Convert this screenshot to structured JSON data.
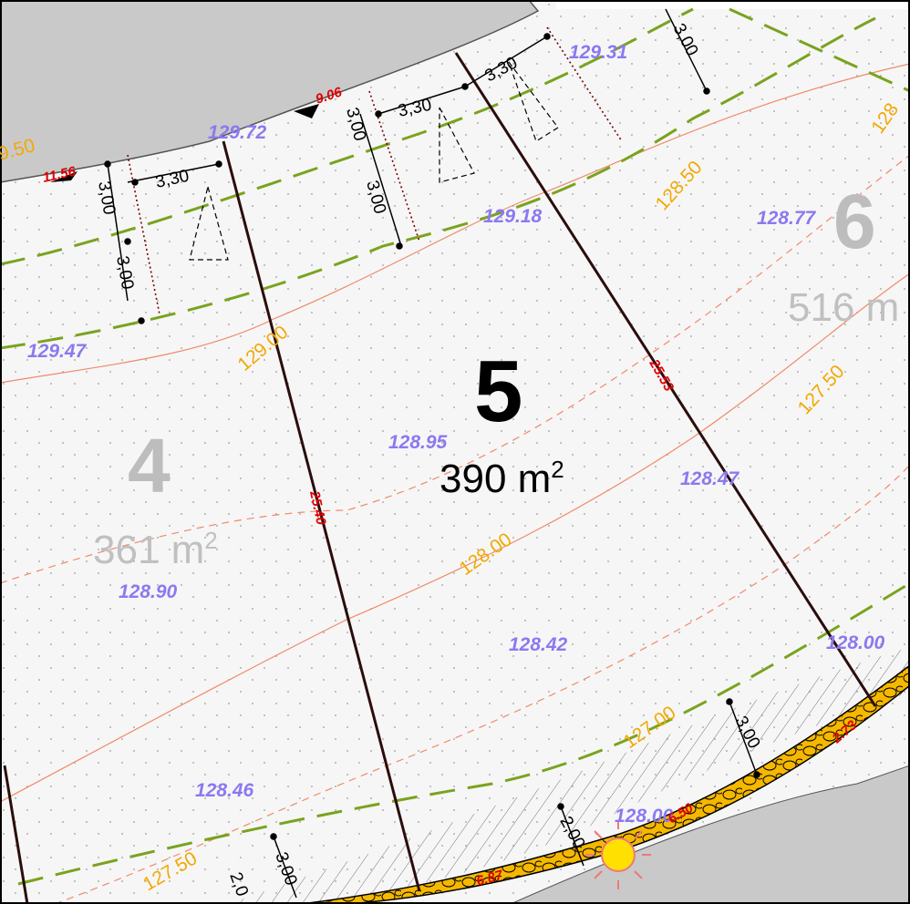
{
  "plan": {
    "lots": [
      {
        "id": "4",
        "area_value": "361 m",
        "area_sup": "2"
      },
      {
        "id": "5",
        "area_value": "390 m",
        "area_sup": "2"
      },
      {
        "id": "6",
        "area_value": "516 m",
        "area_sup": ""
      }
    ],
    "elevations": [
      "129.72",
      "129.31",
      "129.18",
      "128.77",
      "129.47",
      "128.95",
      "128.47",
      "128.90",
      "128.42",
      "128.00",
      "128.46",
      "128.00"
    ],
    "contours": [
      "9.50",
      "128.50",
      "129.00",
      "127.50",
      "128.00",
      "127.00",
      "127.50",
      "128"
    ],
    "dimensions": [
      "3,30",
      "3,30",
      "3,30",
      "3,00",
      "3,00",
      "3,00",
      "3,00",
      "3,00",
      "3,00",
      "3,00",
      "2,00",
      "2,0"
    ],
    "red_labels": [
      "11.56",
      "9.06",
      "25.40",
      "25.53",
      "2.73",
      "6.50",
      "6.87"
    ],
    "colors": {
      "road": "#c8c8c8",
      "lot_fill": "#f4f4f4",
      "lot_boundary": "#2b0d0d",
      "setback_line": "#7aa31e",
      "contour_line": "#f08a6a",
      "elevation_text": "#8a79f0",
      "contour_text": "#f2a900",
      "path_fill": "#f5b800",
      "sun_marker": "#ffe000"
    },
    "icons": [
      "parking-triangle-icon",
      "sun-marker-icon",
      "point-triangle-icon"
    ]
  }
}
